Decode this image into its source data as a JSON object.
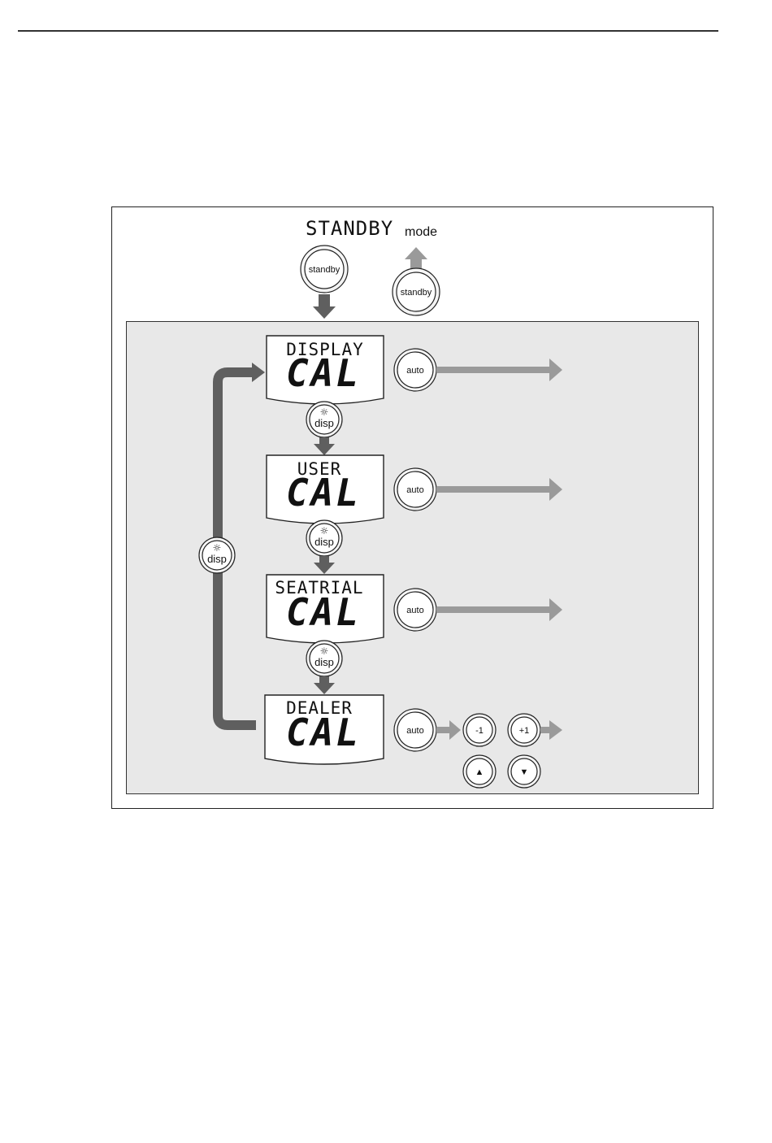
{
  "header": {
    "mode_title": "STANDBY",
    "mode_suffix": "mode"
  },
  "buttons": {
    "standby_enter": "standby",
    "standby_exit": "standby",
    "auto": "auto",
    "disp": "disp",
    "minus_one": "-1",
    "plus_one": "+1",
    "up": "▲",
    "down": "▼",
    "sun_icon": "☼"
  },
  "screens": [
    {
      "top": "DISPLAY",
      "big": "CAL"
    },
    {
      "top": "USER",
      "big": "CAL"
    },
    {
      "top": "SEATRIAL",
      "big": "CAL"
    },
    {
      "top": "DEALER",
      "big": "CAL"
    }
  ],
  "colors": {
    "dark_arrow": "#5f5f5f",
    "light_arrow": "#9a9a9a",
    "panel_bg": "#e8e8e8"
  }
}
